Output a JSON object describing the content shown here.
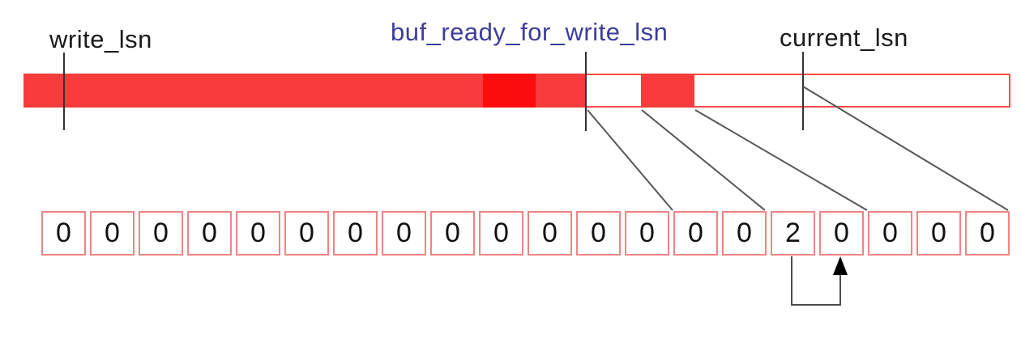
{
  "labels": {
    "write_lsn": "write_lsn",
    "buf_ready_for_write_lsn": "buf_ready_for_write_lsn",
    "current_lsn": "current_lsn"
  },
  "cells": {
    "values": [
      "0",
      "0",
      "0",
      "0",
      "0",
      "0",
      "0",
      "0",
      "0",
      "0",
      "0",
      "0",
      "0",
      "0",
      "0",
      "2",
      "0",
      "0",
      "0",
      "0"
    ]
  },
  "colors": {
    "bar_fill": "#f83b3b",
    "bar_fill_dark": "#fb0d0d",
    "bar_border": "#f34b4b",
    "cell_border": "#f08484",
    "label_blue": "#3d3d9c",
    "line_gray": "#565656",
    "text_black": "#1a1a1a"
  }
}
